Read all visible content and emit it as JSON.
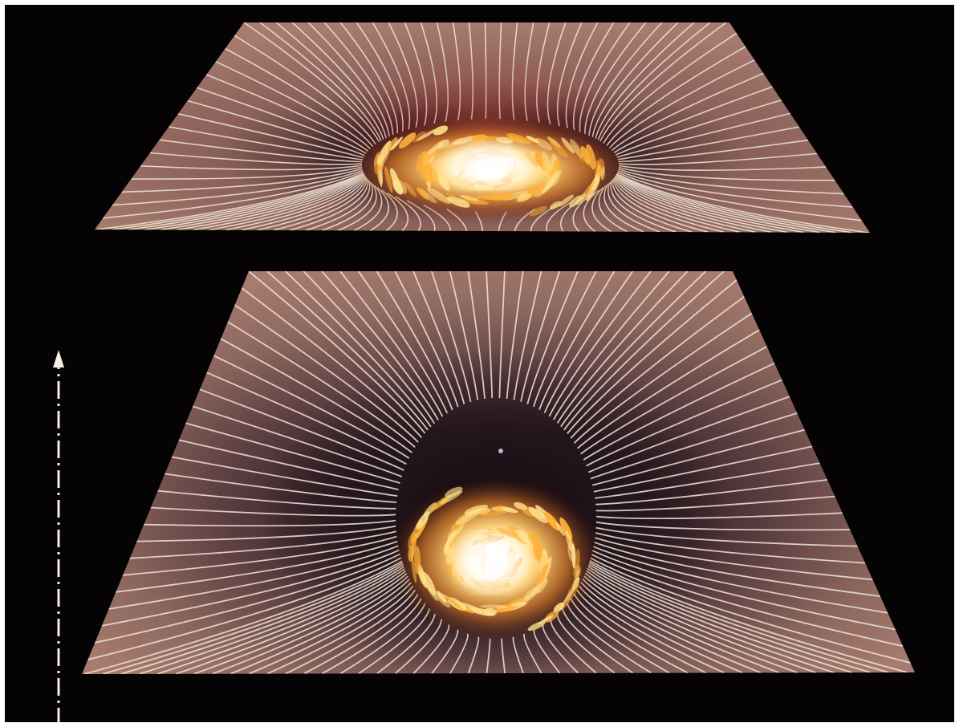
{
  "image": {
    "background_color": "#050303",
    "frame_color": "#ffffff",
    "arrow_color": "#f3ede2",
    "grid_line_color": "#f0e6d6",
    "sheet_color_light": "#a77b6f",
    "sheet_color_dark": "#2a1a1e",
    "galaxy_core_color": "#fffbe6",
    "galaxy_arm_color": "#ffb13a"
  },
  "panels": [
    {
      "name": "top-spacetime-sheet",
      "well_depth": "shallow",
      "galaxy": "spiral-galaxy-top"
    },
    {
      "name": "bottom-spacetime-sheet",
      "well_depth": "deep",
      "galaxy": "spiral-galaxy-bottom"
    }
  ],
  "time_arrow": {
    "direction": "up",
    "icon": "dash-dot-arrow-icon"
  }
}
